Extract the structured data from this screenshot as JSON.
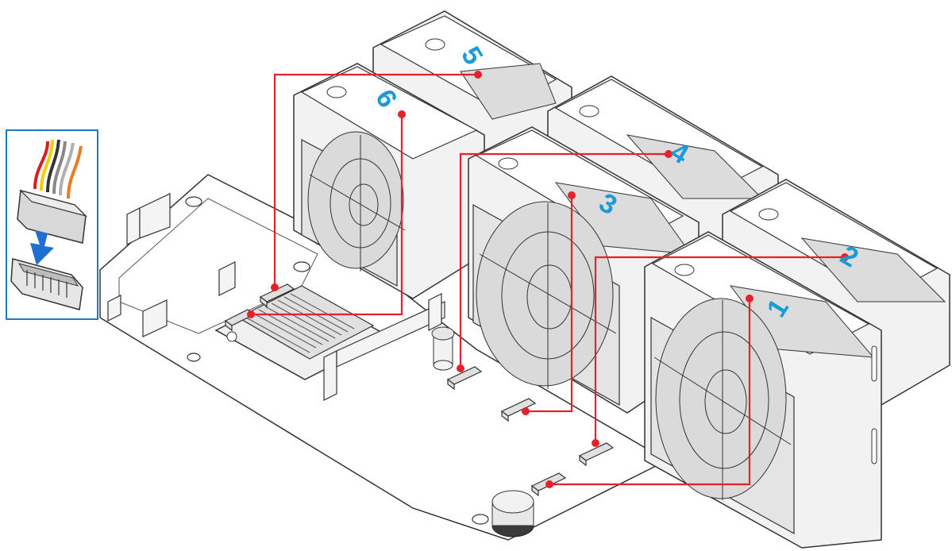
{
  "figure": {
    "fans": [
      {
        "id": "fan-1",
        "label": "1"
      },
      {
        "id": "fan-2",
        "label": "2"
      },
      {
        "id": "fan-3",
        "label": "3"
      },
      {
        "id": "fan-4",
        "label": "4"
      },
      {
        "id": "fan-5",
        "label": "5"
      },
      {
        "id": "fan-6",
        "label": "6"
      }
    ],
    "colors": {
      "callout_line": "#e8202a",
      "fan_label": "#1a9bd7",
      "inset_border": "#1f7bc0",
      "insert_arrow": "#1f6fd0",
      "fan_body": "#f2f2f2",
      "fan_blade_area": "#dcdcdc",
      "outline": "#333333"
    },
    "inset": {
      "description_icon": "connector-insertion-detail",
      "cable_colors": [
        "#d42020",
        "#f0d000",
        "#333333",
        "#888888",
        "#b0b0b0",
        "#e87c1e"
      ]
    }
  }
}
